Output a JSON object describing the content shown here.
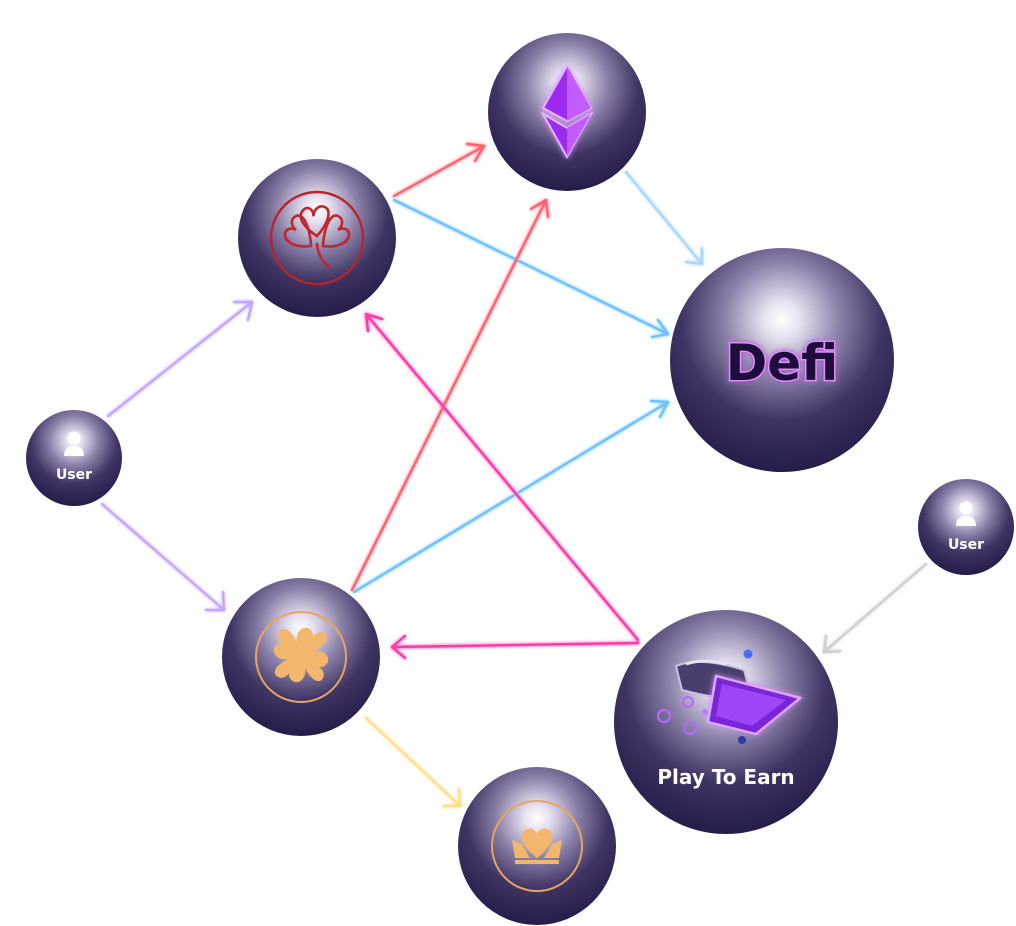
{
  "diagram": {
    "nodes": {
      "user_left": {
        "label": "User",
        "icon": "user-icon"
      },
      "clover_red": {
        "icon": "red-clover-icon"
      },
      "ethereum": {
        "icon": "ethereum-icon"
      },
      "defi": {
        "label": "Defi"
      },
      "user_right": {
        "label": "User",
        "icon": "user-icon"
      },
      "clover_gold": {
        "icon": "gold-clover-icon"
      },
      "play_to_earn": {
        "label": "Play To Earn",
        "icon": "vr-headset-icon"
      },
      "crown": {
        "icon": "gold-crown-heart-icon"
      }
    },
    "colors": {
      "node_fill": "#261c4a",
      "arrow_purple": "#c4a8ff",
      "arrow_red": "#ff6470",
      "arrow_blue": "#6ec2ff",
      "arrow_pink": "#ff3aa8",
      "arrow_yellow": "#ffe08a",
      "arrow_gray": "#cfcfcf",
      "red_icon": "#b8242c",
      "gold_icon": "#f0b36a",
      "eth_purple": "#b23cff",
      "defi_glow": "#d66bff"
    }
  }
}
